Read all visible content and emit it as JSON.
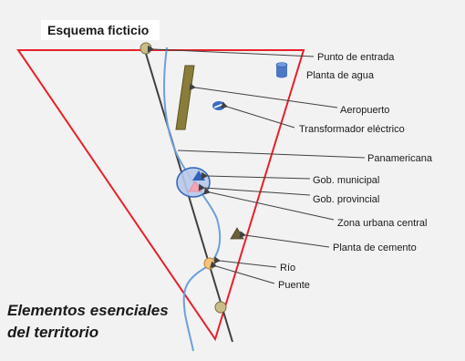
{
  "title": "Esquema ficticio",
  "subtitle": [
    "Elementos esenciales",
    "del territorio"
  ],
  "labels": {
    "entry": "Punto de entrada",
    "water": "Planta de agua",
    "airport": "Aeropuerto",
    "transformer": "Transformador eléctrico",
    "highway": "Panamericana",
    "gov_municipal": "Gob. municipal",
    "gov_provincial": "Gob. provincial",
    "urban_zone": "Zona  urbana central",
    "cement": "Planta de cemento",
    "river": "Río",
    "bridge": "Puente"
  },
  "colors": {
    "background": "#f2f2f2",
    "territory_border": "#e8202a",
    "highway": "#404040",
    "river": "#6d9fdb",
    "node_fill": "#c9bd8a",
    "bridge_fill": "#f7c37a",
    "airport": "#8a7d3c",
    "water": "#4a78c4",
    "transformer": "#3a6bc4",
    "urban_zone": "#b8c8ea",
    "gov_municipal": "#2e63b8",
    "gov_provincial": "#f2a5b5",
    "cement": "#6b6038"
  },
  "icons": {
    "water": "cylinder-icon",
    "transformer": "transformer-icon",
    "gov_municipal": "triangle-icon",
    "gov_provincial": "triangle-icon",
    "cement": "triangle-icon"
  }
}
